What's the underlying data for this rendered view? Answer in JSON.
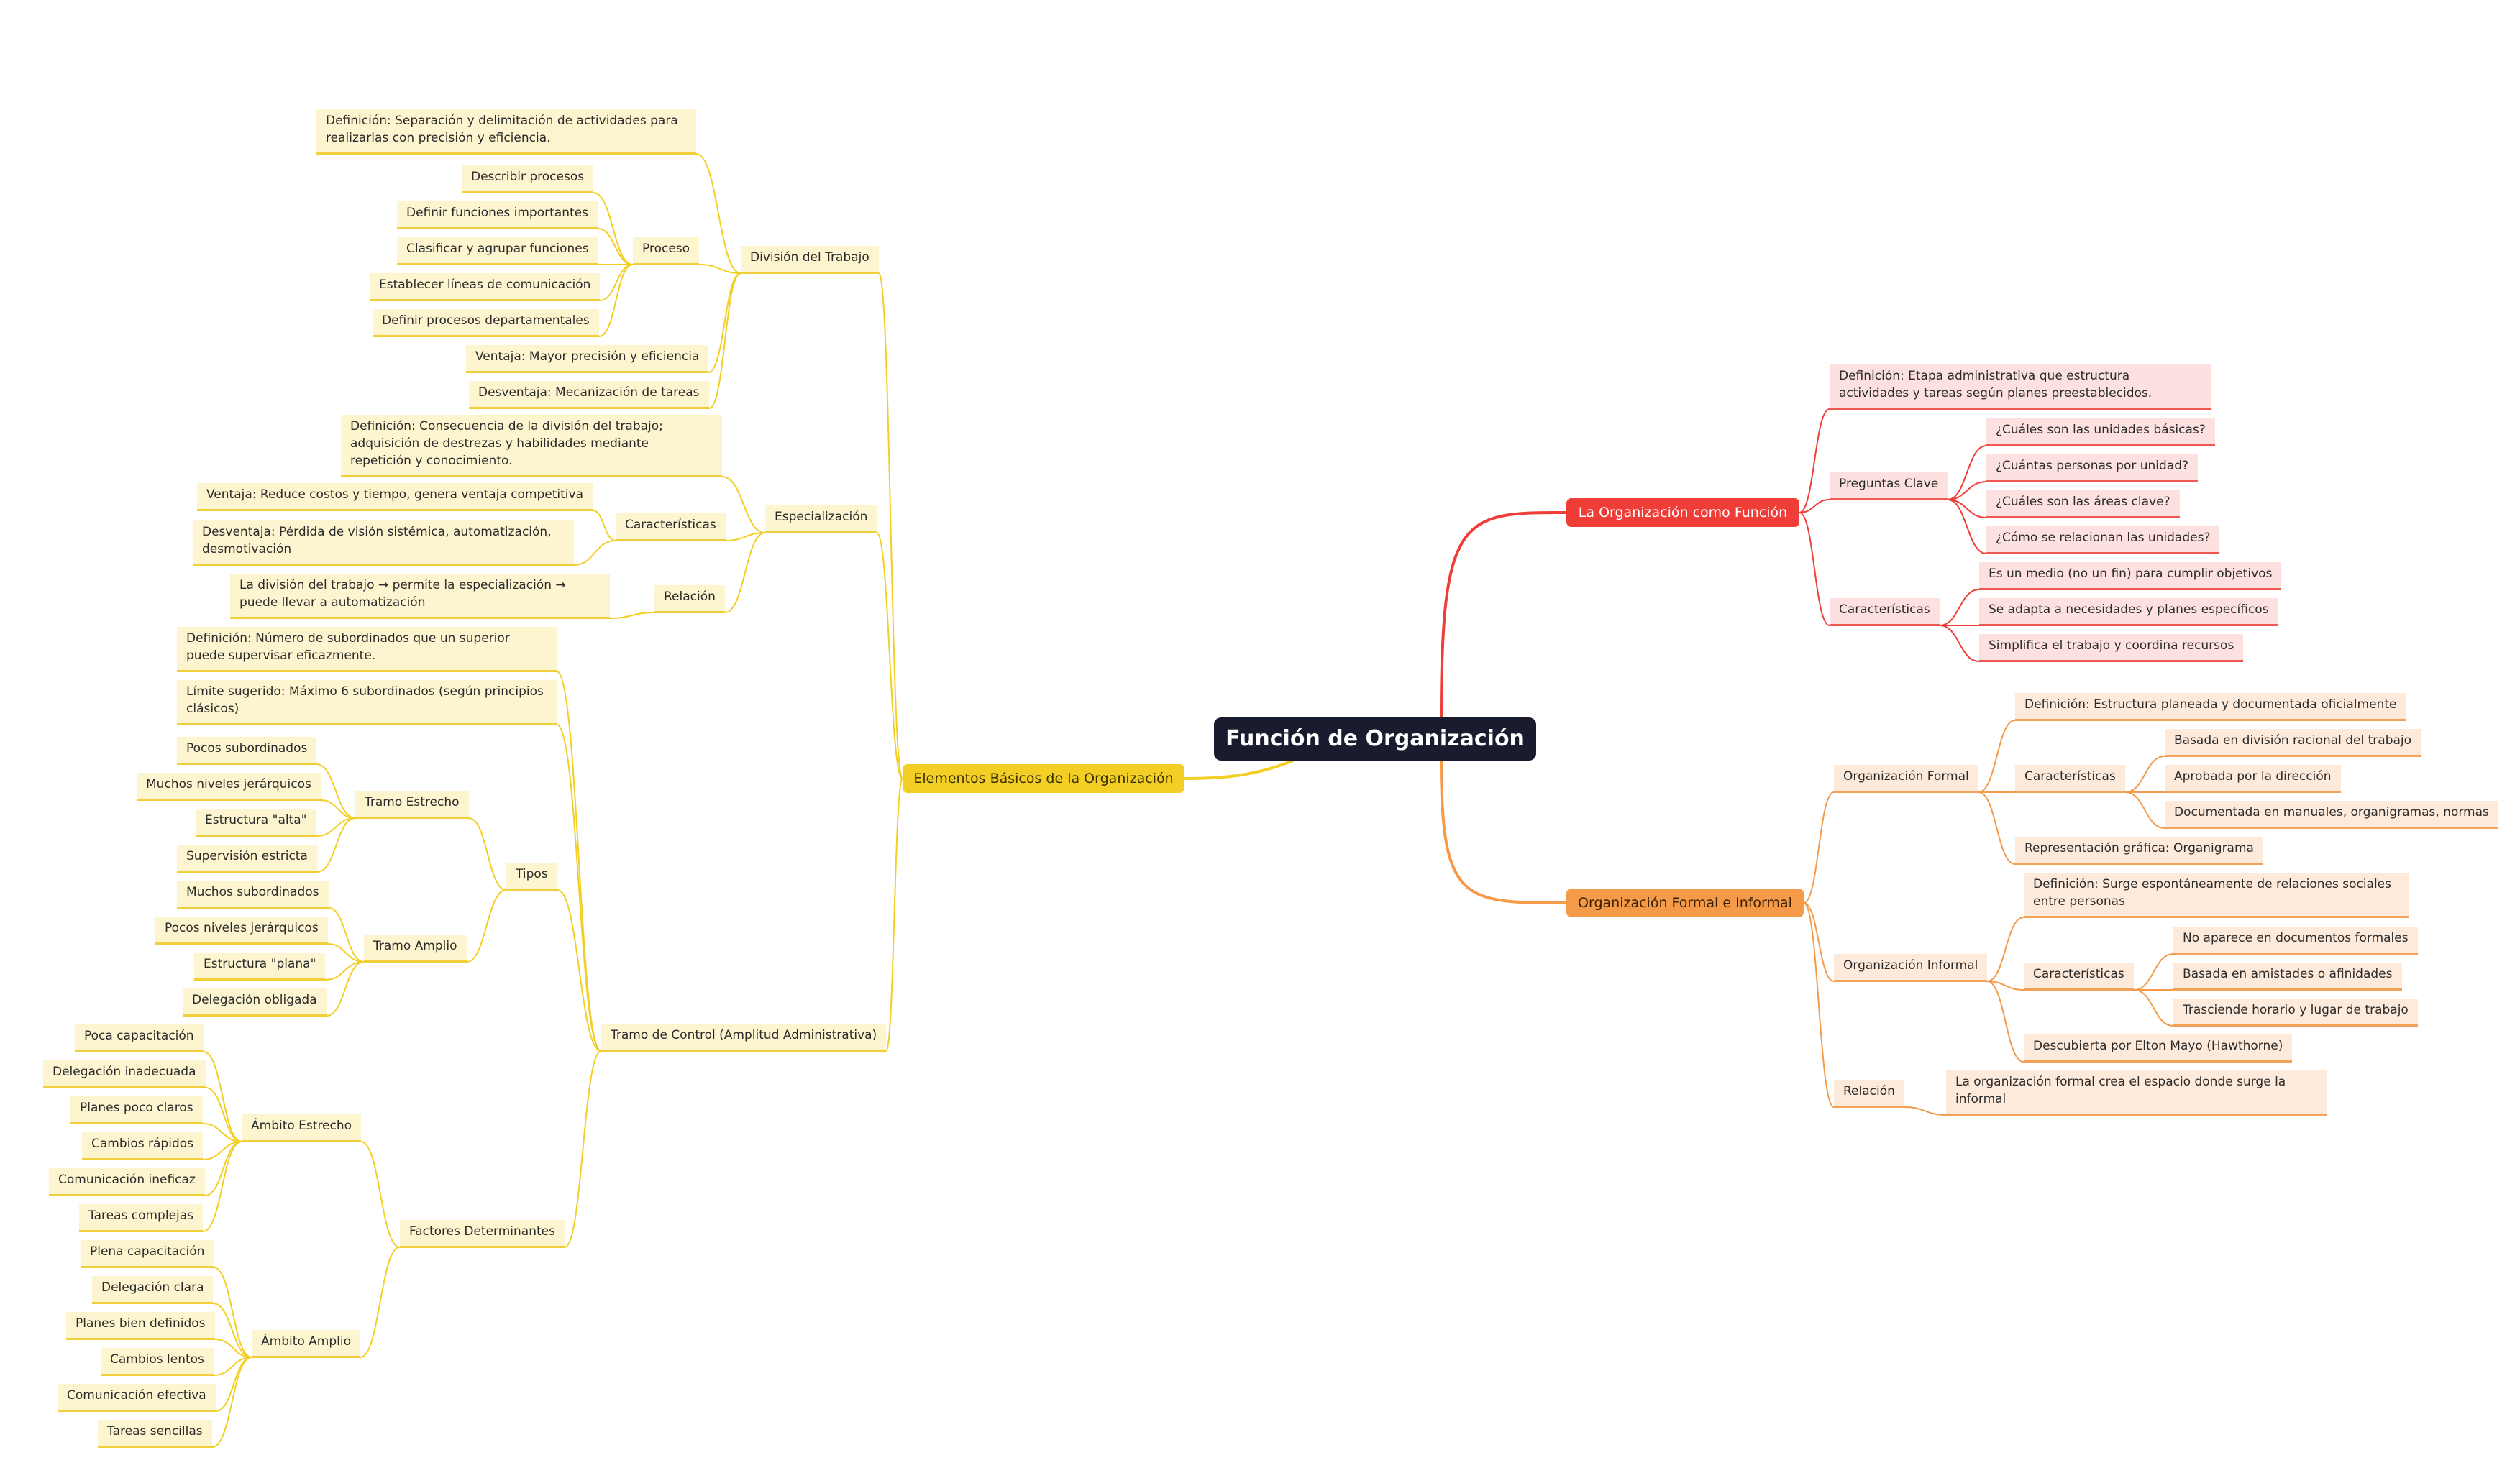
{
  "root": {
    "label": "Función de Organización"
  },
  "colors": {
    "yellow": "#f3cf26",
    "red": "#ef3e38",
    "orange": "#f49a49",
    "root": "#191b2f"
  },
  "left": {
    "label": "Elementos Básicos de la Organización",
    "division": {
      "label": "División del Trabajo",
      "definicion": "Definición: Separación y delimitación de actividades para realizarlas con precisión y eficiencia.",
      "proceso": {
        "label": "Proceso",
        "items": [
          "Describir procesos",
          "Definir funciones importantes",
          "Clasificar y agrupar funciones",
          "Establecer líneas de comunicación",
          "Definir procesos departamentales"
        ]
      },
      "ventaja": "Ventaja: Mayor precisión y eficiencia",
      "desventaja": "Desventaja: Mecanización de tareas"
    },
    "especializacion": {
      "label": "Especialización",
      "definicion": "Definición: Consecuencia de la división del trabajo; adquisición de destrezas y habilidades mediante repetición y conocimiento.",
      "caracteristicas": {
        "label": "Características",
        "ventaja": "Ventaja: Reduce costos y tiempo, genera ventaja competitiva",
        "desventaja": "Desventaja: Pérdida de visión sistémica, automatización, desmotivación"
      },
      "relacion": {
        "label": "Relación",
        "text": "La división del trabajo → permite la especialización → puede llevar a automatización"
      }
    },
    "tramo": {
      "label": "Tramo de Control (Amplitud Administrativa)",
      "definicion": "Definición: Número de subordinados que un superior puede supervisar eficazmente.",
      "limite": "Límite sugerido: Máximo 6 subordinados (según principios clásicos)",
      "tipos": {
        "label": "Tipos",
        "estrecho": {
          "label": "Tramo Estrecho",
          "items": [
            "Pocos subordinados",
            "Muchos niveles jerárquicos",
            "Estructura \"alta\"",
            "Supervisión estricta"
          ]
        },
        "amplio": {
          "label": "Tramo Amplio",
          "items": [
            "Muchos subordinados",
            "Pocos niveles jerárquicos",
            "Estructura \"plana\"",
            "Delegación obligada"
          ]
        }
      },
      "factores": {
        "label": "Factores Determinantes",
        "estrecho": {
          "label": "Ámbito Estrecho",
          "items": [
            "Poca capacitación",
            "Delegación inadecuada",
            "Planes poco claros",
            "Cambios rápidos",
            "Comunicación ineficaz",
            "Tareas complejas"
          ]
        },
        "amplio": {
          "label": "Ámbito Amplio",
          "items": [
            "Plena capacitación",
            "Delegación clara",
            "Planes bien definidos",
            "Cambios lentos",
            "Comunicación efectiva",
            "Tareas sencillas"
          ]
        }
      }
    }
  },
  "right_top": {
    "label": "La Organización como Función",
    "definicion": "Definición: Etapa administrativa que estructura actividades y tareas según planes preestablecidos.",
    "preguntas": {
      "label": "Preguntas Clave",
      "items": [
        "¿Cuáles son las unidades básicas?",
        "¿Cuántas personas por unidad?",
        "¿Cuáles son las áreas clave?",
        "¿Cómo se relacionan las unidades?"
      ]
    },
    "caracteristicas": {
      "label": "Características",
      "items": [
        "Es un medio (no un fin) para cumplir objetivos",
        "Se adapta a necesidades y planes específicos",
        "Simplifica el trabajo y coordina recursos"
      ]
    }
  },
  "right_bottom": {
    "label": "Organización Formal e Informal",
    "formal": {
      "label": "Organización Formal",
      "definicion": "Definición: Estructura planeada y documentada oficialmente",
      "caracteristicas": {
        "label": "Características",
        "items": [
          "Basada en división racional del trabajo",
          "Aprobada por la dirección",
          "Documentada en manuales, organigramas, normas"
        ]
      },
      "representacion": "Representación gráfica: Organigrama"
    },
    "informal": {
      "label": "Organización Informal",
      "definicion": "Definición: Surge espontáneamente de relaciones sociales entre personas",
      "caracteristicas": {
        "label": "Características",
        "items": [
          "No aparece en documentos formales",
          "Basada en amistades o afinidades",
          "Trasciende horario y lugar de trabajo"
        ]
      },
      "descubierta": "Descubierta por Elton Mayo (Hawthorne)"
    },
    "relacion": {
      "label": "Relación",
      "text": "La organización formal crea el espacio donde surge la informal"
    }
  }
}
